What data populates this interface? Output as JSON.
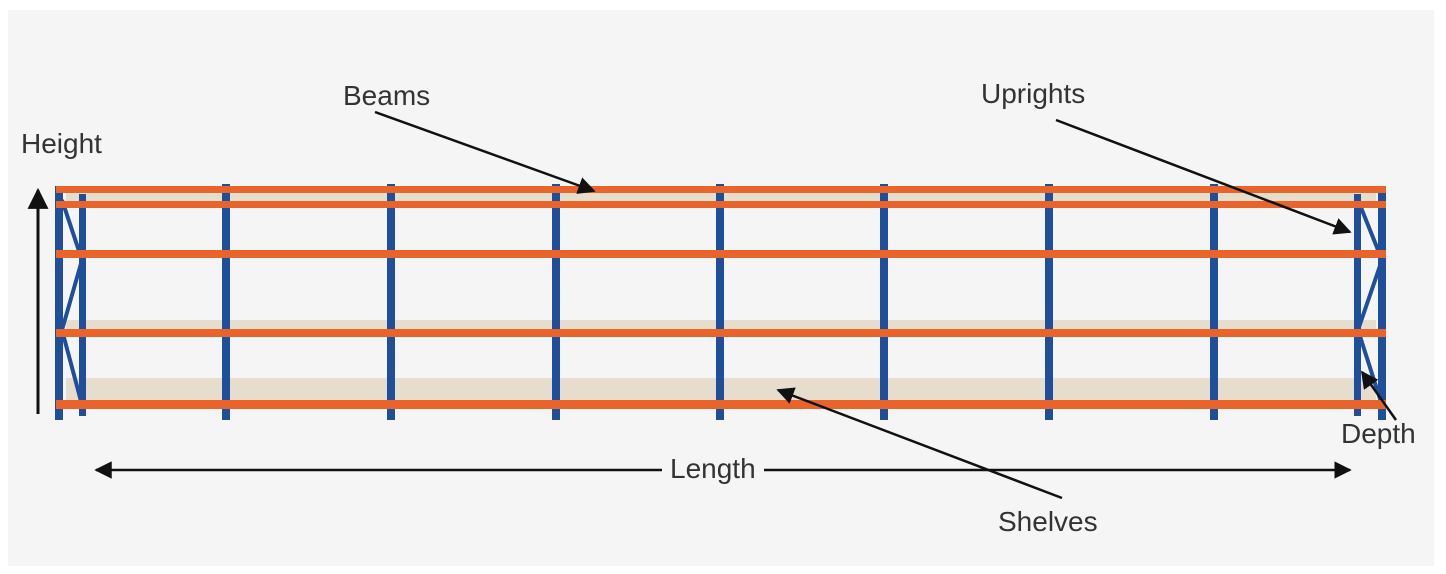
{
  "labels": {
    "beams": "Beams",
    "uprights": "Uprights",
    "height": "Height",
    "depth": "Depth",
    "length": "Length",
    "shelves": "Shelves"
  },
  "colors": {
    "beam": "#e8642a",
    "upright": "#1f4e9a",
    "deck": "#e7ddcc",
    "arrow": "#111111",
    "text": "#333333",
    "background": "#f5f5f5"
  }
}
